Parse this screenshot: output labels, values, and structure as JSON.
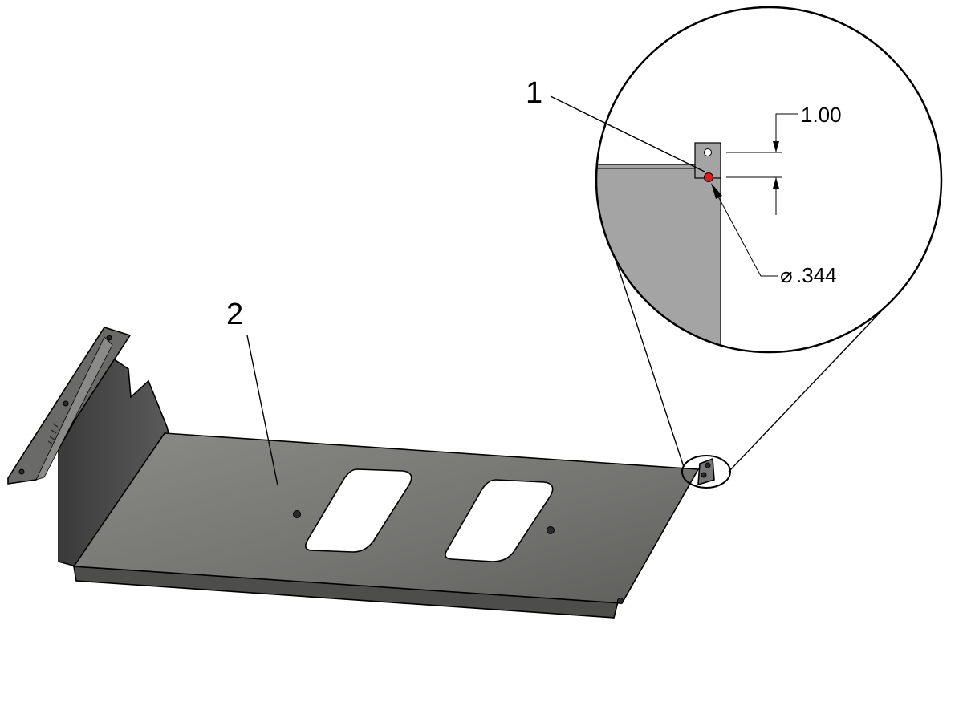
{
  "callouts": {
    "item_1": "1",
    "item_2": "2"
  },
  "dimensions": {
    "spacing": "1.00",
    "hole_diameter": ".344",
    "diameter_symbol": "⌀"
  },
  "colors": {
    "panel_base": "#6f6f6c",
    "flange_wall": "#4a4a4a",
    "detail_fill": "#a4a4a4",
    "highlight_hole": "#e31b1b"
  }
}
